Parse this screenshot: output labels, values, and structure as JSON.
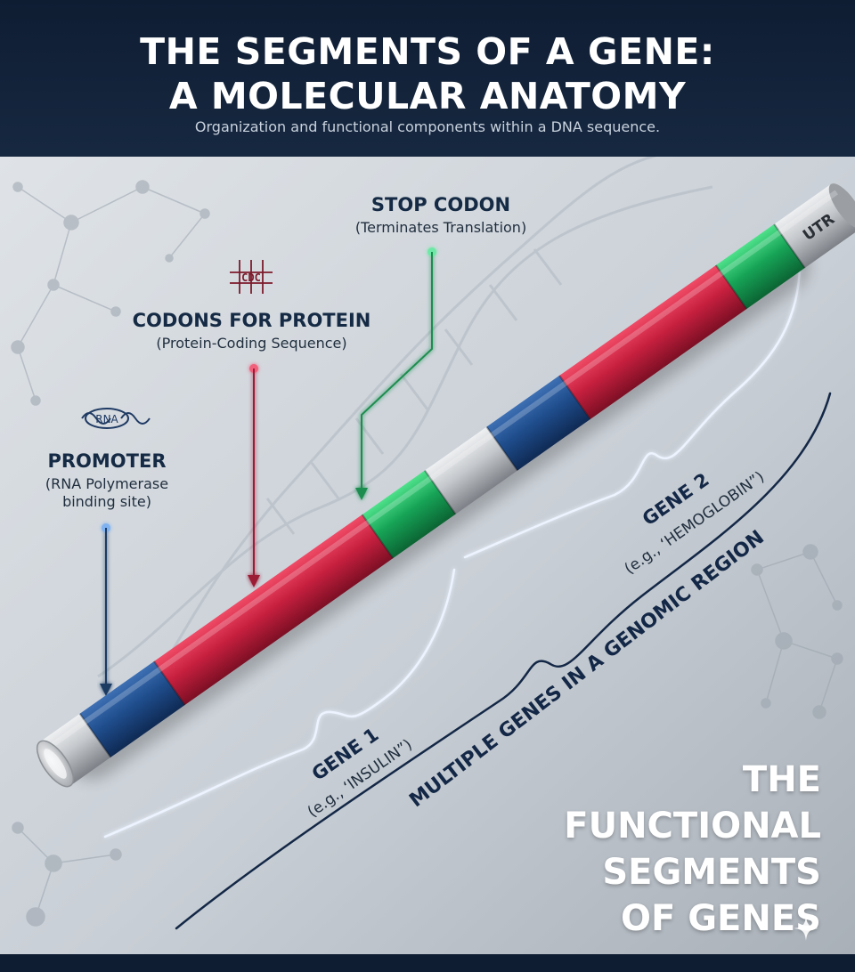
{
  "header": {
    "title_line1": "THE SEGMENTS OF A GENE:",
    "title_line2": "A MOLECULAR ANATOMY",
    "subtitle": "Organization and functional components within a DNA sequence."
  },
  "labels": {
    "stop_codon": {
      "title": "STOP CODON",
      "subtitle": "(Terminates Translation)"
    },
    "codons": {
      "title": "CODONS FOR PROTEIN",
      "subtitle": "(Protein-Coding Sequence)",
      "icon_text": "CDC"
    },
    "promoter": {
      "title": "PROMOTER",
      "subtitle_line1": "(RNA Polymerase",
      "subtitle_line2": "binding site)",
      "icon_text": "RNA"
    },
    "utr": "UTR",
    "gene1": {
      "title": "GENE 1",
      "example": "(e.g., ‘INSULIN”)"
    },
    "gene2": {
      "title": "GENE 2",
      "example": "(e.g., ‘HEMOGLOBIN”)"
    },
    "region": "MULTIPLE GENES IN A GENOMIC REGION"
  },
  "corner_title": {
    "line1": "THE",
    "line2": "FUNCTIONAL",
    "line3": "SEGMENTS",
    "line4": "OF GENES"
  },
  "segments": [
    {
      "type": "cap-gray",
      "color": "#b4b7bb"
    },
    {
      "type": "promoter",
      "color": "#1f4d8c"
    },
    {
      "type": "coding",
      "color": "#c8203f"
    },
    {
      "type": "stop",
      "color": "#17a457"
    },
    {
      "type": "spacer-gray",
      "color": "#b4b7bb"
    },
    {
      "type": "promoter",
      "color": "#1f4d8c"
    },
    {
      "type": "coding",
      "color": "#c8203f"
    },
    {
      "type": "stop",
      "color": "#17a457"
    },
    {
      "type": "utr-gray",
      "color": "#b4b7bb"
    }
  ],
  "colors": {
    "header_bg": "#0f1d33",
    "promoter": "#1f4d8c",
    "coding": "#c8203f",
    "stop": "#17a457",
    "utr": "#b4b7bb"
  }
}
